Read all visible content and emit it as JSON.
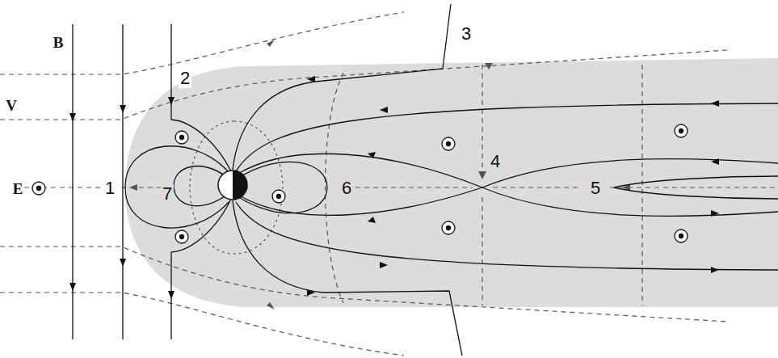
{
  "diagram": {
    "labels": [
      "B",
      "V",
      "E",
      "1",
      "2",
      "3",
      "4",
      "5",
      "6",
      "7"
    ]
  }
}
